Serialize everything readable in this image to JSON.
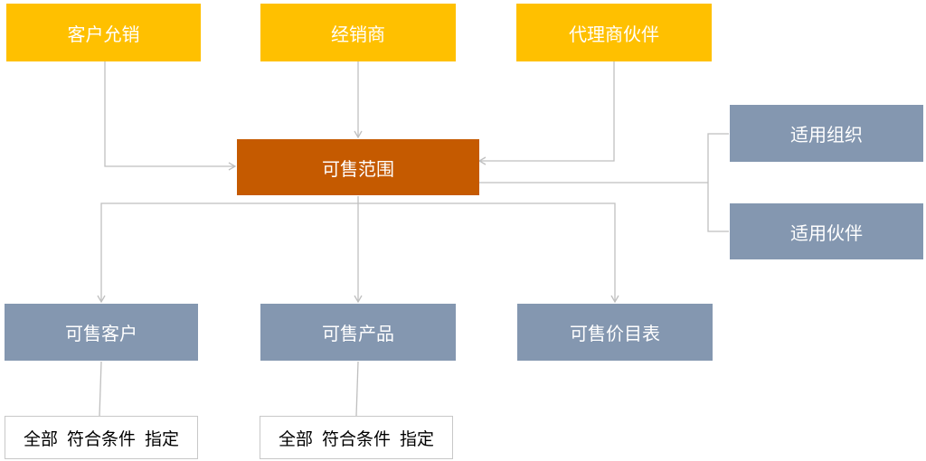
{
  "colors": {
    "source": "#ffc000",
    "center": "#c55a00",
    "node": "#8497b0",
    "line": "#bfbfbf"
  },
  "sources": {
    "customer_resale": "客户允销",
    "dealer": "经销商",
    "agent_partner": "代理商伙伴"
  },
  "center": {
    "label": "可售范围"
  },
  "scope": {
    "org": "适用组织",
    "partner": "适用伙伴"
  },
  "outputs": {
    "customer": "可售客户",
    "product": "可售产品",
    "pricelist": "可售价目表"
  },
  "options": [
    "全部",
    "符合条件",
    "指定"
  ]
}
